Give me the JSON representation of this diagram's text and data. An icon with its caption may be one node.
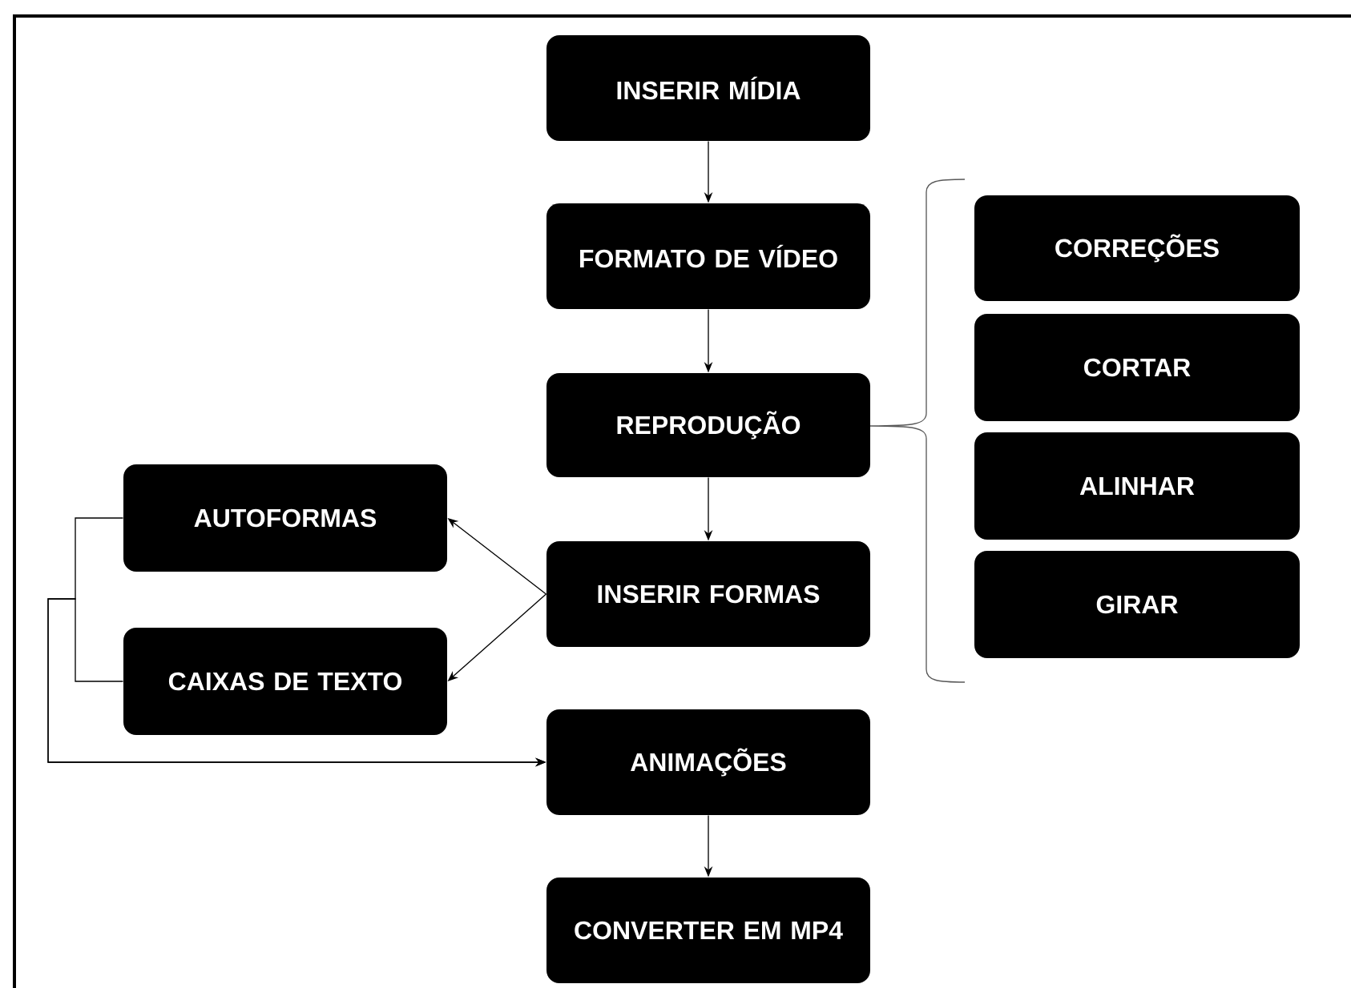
{
  "diagram": {
    "nodes": [
      {
        "text": [
          "INSERIR MÍDIA"
        ]
      },
      {
        "text": [
          "FORMATO DE VÍDEO"
        ]
      },
      {
        "text": [
          "CORREÇÕES"
        ]
      },
      {
        "text": [
          "REPRODUÇÃO"
        ]
      },
      {
        "text": [
          "CORTAR"
        ]
      },
      {
        "text": [
          "ALINHAR"
        ]
      },
      {
        "text": [
          "AUTOFORMAS"
        ]
      },
      {
        "text": [
          "INSERIR FORMAS"
        ]
      },
      {
        "text": [
          "GIRAR"
        ]
      },
      {
        "text": [
          "CAIXAS DE TEXTO"
        ]
      },
      {
        "text": [
          "ANIMAÇÕES"
        ]
      },
      {
        "text": [
          "CONVERTER EM MP4"
        ]
      }
    ],
    "edges": [
      {
        "from": 0,
        "to": 1,
        "arrow": "to"
      },
      {
        "from": 1,
        "to": 3,
        "arrow": "to"
      },
      {
        "from": 3,
        "to": 7,
        "arrow": "to"
      },
      {
        "from": 7,
        "to": 6,
        "arrow": "to"
      },
      {
        "from": 7,
        "to": 9,
        "arrow": "to"
      },
      {
        "from": 6,
        "to": 10,
        "arrow": "to"
      },
      {
        "from": 9,
        "to": 10,
        "arrow": "to"
      },
      {
        "from": 10,
        "to": 11,
        "arrow": "to"
      }
    ]
  }
}
